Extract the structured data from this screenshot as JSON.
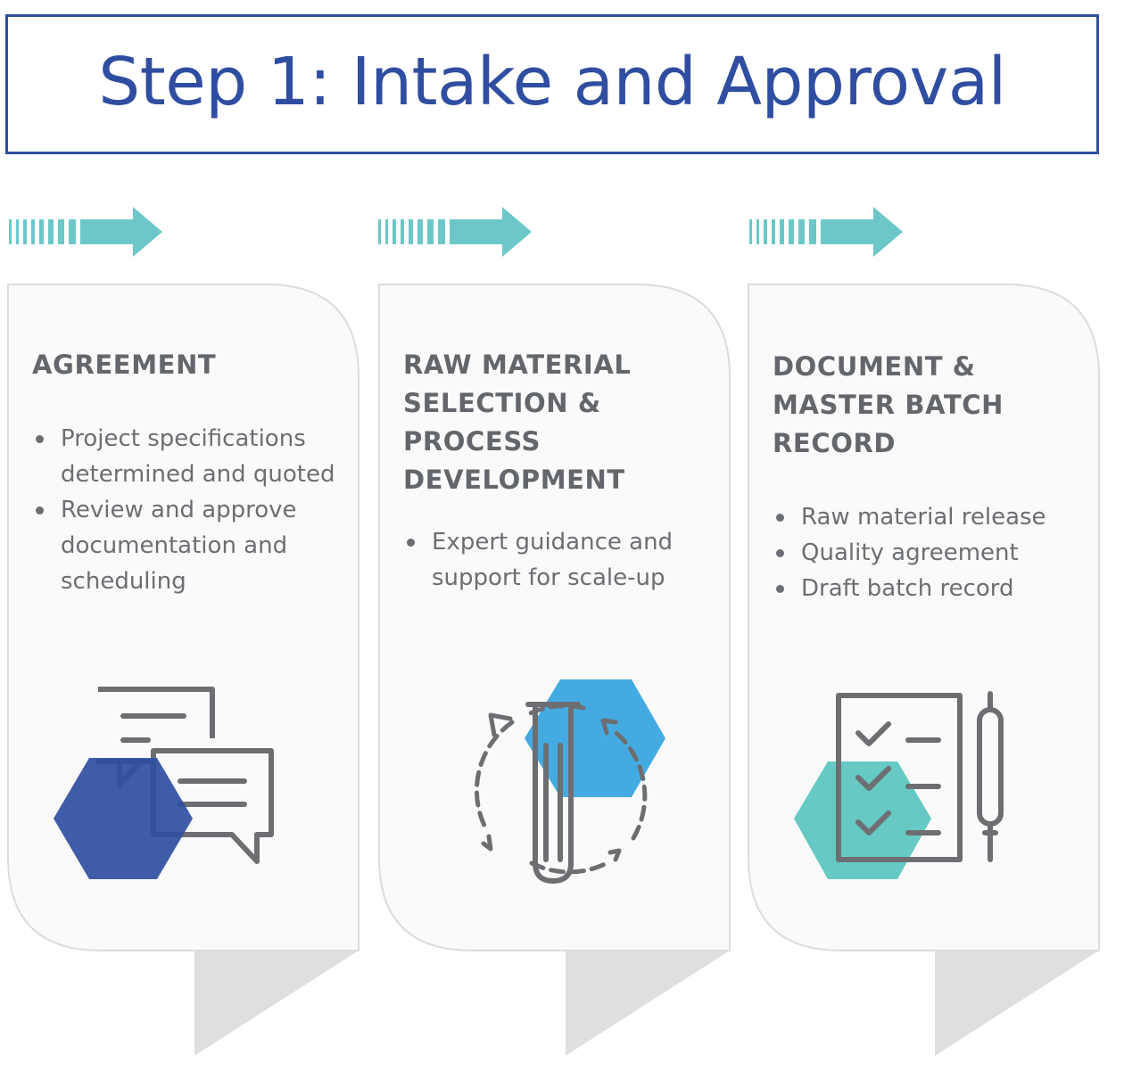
{
  "title": "Step 1: Intake and Approval",
  "colors": {
    "title_blue": "#2f4ea1",
    "arrow_teal": "#6cc8c8",
    "card_border": "#dcdcdc",
    "card_fill": "#fafafa",
    "tail_gray": "#dedfe1",
    "text_gray": "#63666a",
    "icon_gray": "#6d6e71",
    "hex_navy": "#2f4ea1",
    "hex_blue": "#3aa7e0",
    "hex_teal": "#5ec6c1"
  },
  "steps": [
    {
      "heading": "AGREEMENT",
      "bullets": [
        "Project specifications determined and quoted",
        "Review and approve documentation and scheduling"
      ],
      "icon": "chat-bubbles-icon"
    },
    {
      "heading": "RAW MATERIAL\nSELECTION &\nPROCESS\nDEVELOPMENT",
      "bullets": [
        "Expert guidance and support for scale-up"
      ],
      "icon": "test-tube-cycle-icon"
    },
    {
      "heading": "DOCUMENT &\nMASTER BATCH\nRECORD",
      "bullets": [
        "Raw material release",
        "Quality agreement",
        "Draft batch record"
      ],
      "icon": "checklist-pen-icon"
    }
  ]
}
